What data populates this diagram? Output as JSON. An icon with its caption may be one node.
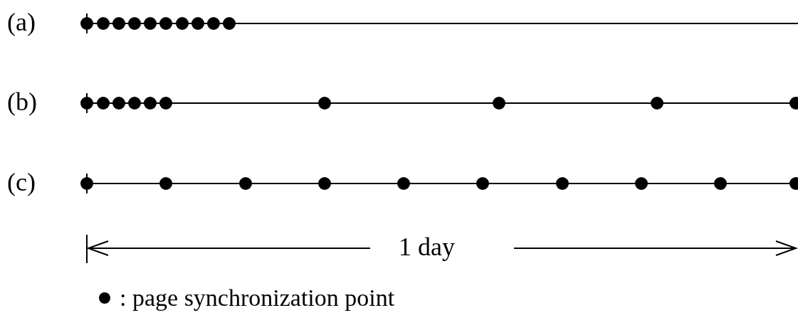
{
  "diagram": {
    "labels": [
      "(a)",
      "(b)",
      "(c)",
      "1 day"
    ],
    "legend": [
      {
        "text": ": page synchronization point"
      }
    ]
  }
}
